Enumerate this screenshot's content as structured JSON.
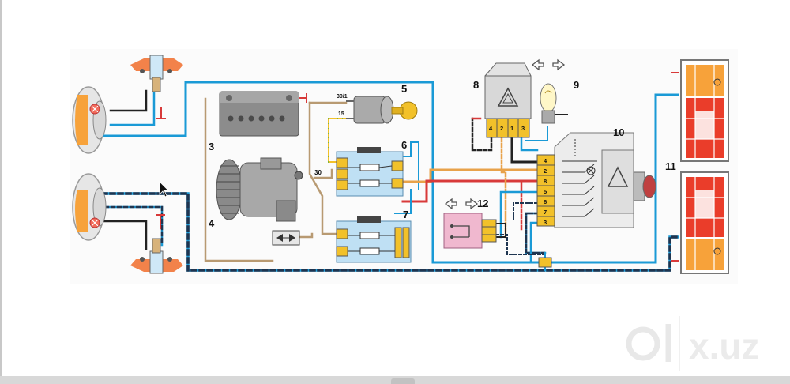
{
  "labels": {
    "n3": "3",
    "n4": "4",
    "n5": "5",
    "n6": "6",
    "n7": "7",
    "n8": "8",
    "n9": "9",
    "n10": "10",
    "n11": "11",
    "n12": "12"
  },
  "terminals": {
    "ignition_30_1": "30/1",
    "ignition_15": "15",
    "generator_30": "30",
    "relay8_pins": [
      "4",
      "2",
      "1",
      "3"
    ],
    "switch10_pins": [
      "4",
      "2",
      "8",
      "5",
      "6",
      "7",
      "3"
    ]
  },
  "watermark": "olx.uz",
  "colors": {
    "wire_blue": "#1a9ad6",
    "wire_dark": "#2b3a4a",
    "wire_red": "#d83a3a",
    "wire_orange": "#e8a24a",
    "wire_tan": "#b89a72",
    "relay_blue": "#bfe0f4",
    "connector_yellow": "#f2c12a",
    "lamp_orange": "#f7a23a",
    "lamp_red": "#ea3d2a",
    "pink_block": "#f0b8cf"
  }
}
